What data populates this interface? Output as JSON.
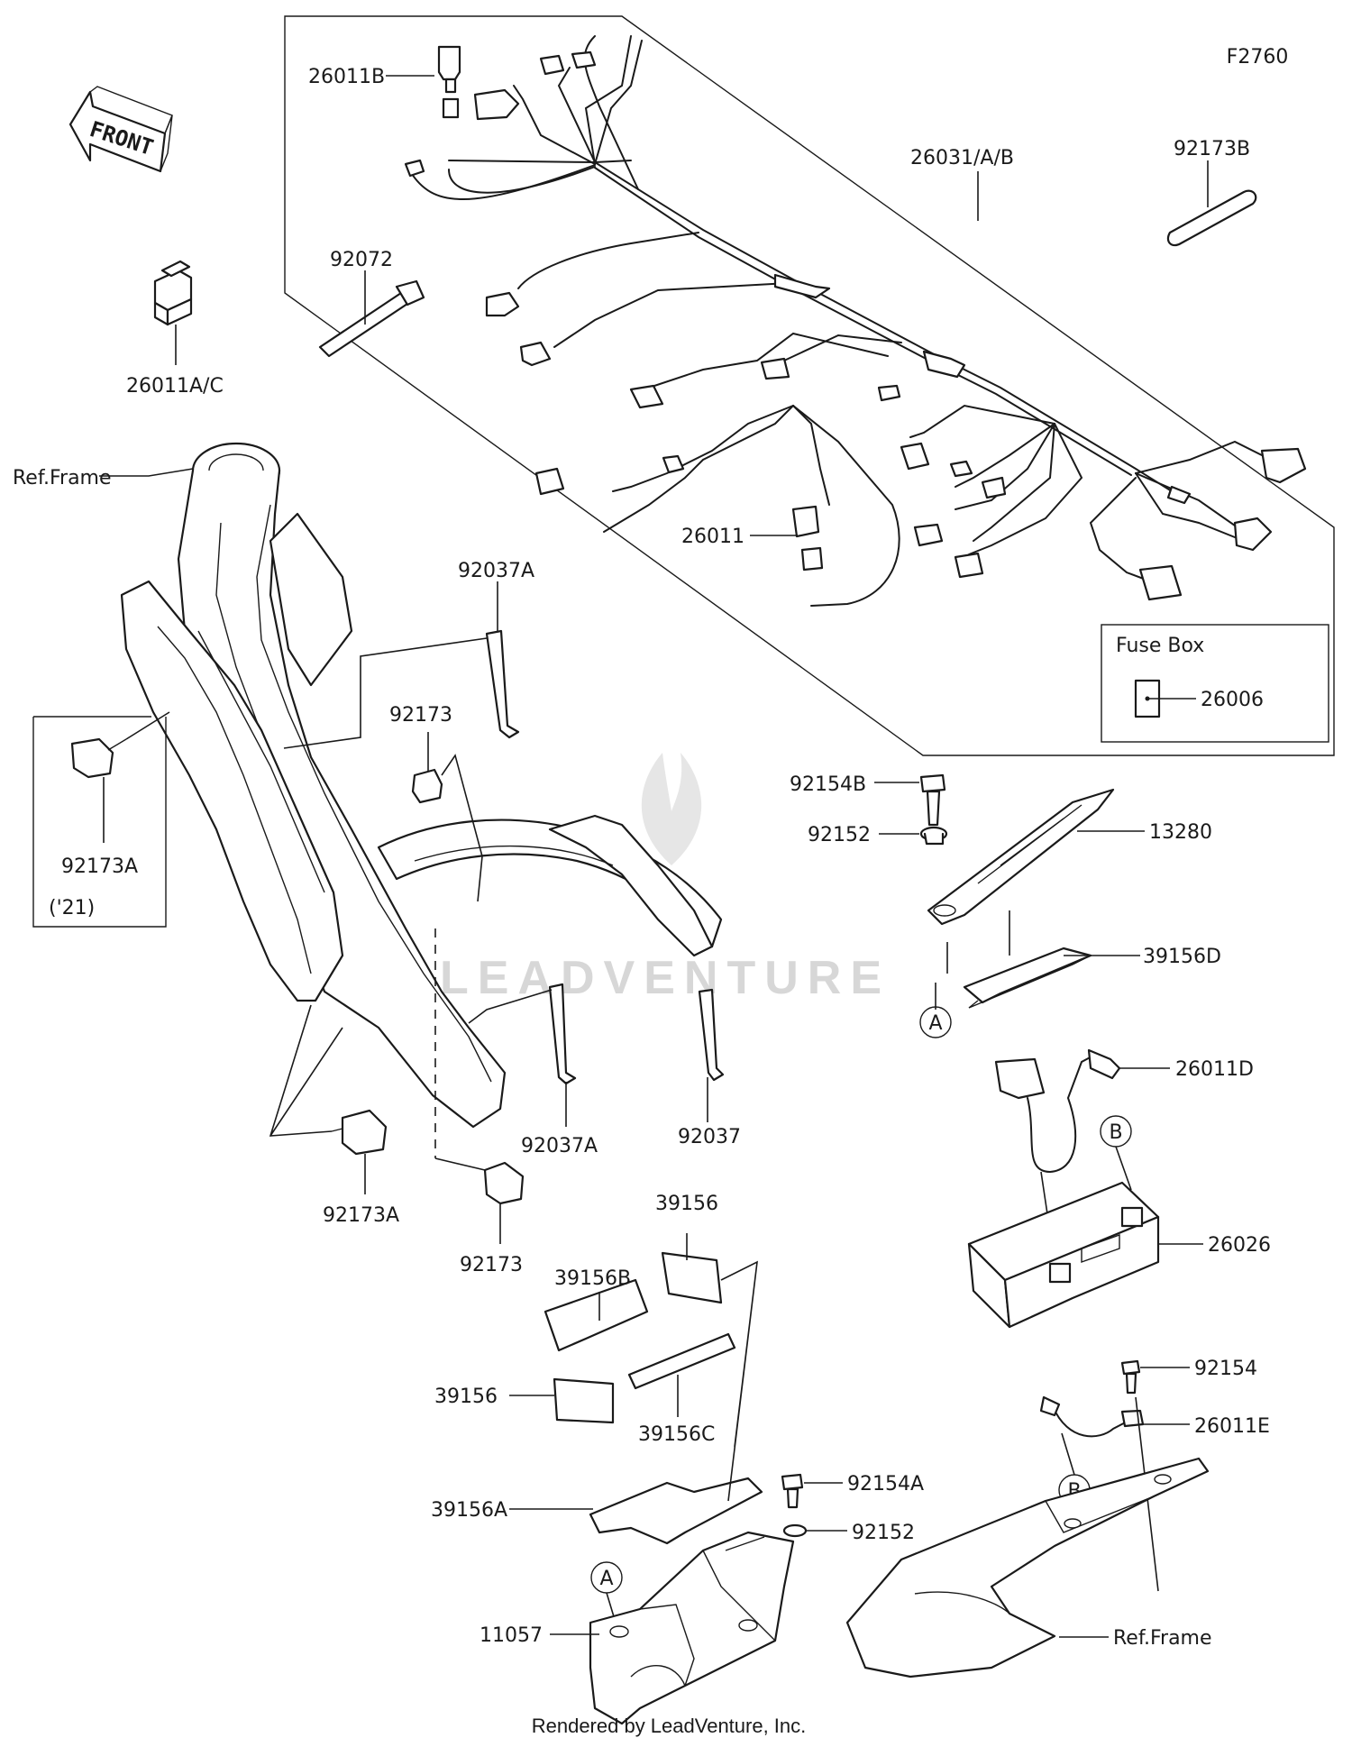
{
  "diagram_code": "F2760",
  "front_label": "FRONT",
  "watermark": "LEADVENTURE",
  "footer": "Rendered by LeadVenture, Inc.",
  "fuse_box": {
    "title": "Fuse Box",
    "part": "26006"
  },
  "parts": {
    "p26011B": "26011B",
    "p26031": "26031/A/B",
    "p92173B": "92173B",
    "p92072": "92072",
    "p26011AC": "26011A/C",
    "ref_frame_top": "Ref.Frame",
    "p92037A_top": "92037A",
    "p92173_top": "92173",
    "p92173A_left": "92173A",
    "note_21": "('21)",
    "p26011": "26011",
    "p92154B": "92154B",
    "p92152_top": "92152",
    "p13280": "13280",
    "p39156D": "39156D",
    "callout_A_top": "A",
    "p26011D": "26011D",
    "callout_B_top": "B",
    "p26026": "26026",
    "p92037A_bottom": "92037A",
    "p92037": "92037",
    "p92173A_bottom": "92173A",
    "p92173_bottom": "92173",
    "p39156_top": "39156",
    "p39156B": "39156B",
    "p39156_left": "39156",
    "p39156C": "39156C",
    "p92154": "92154",
    "p26011E": "26011E",
    "callout_B_bottom": "B",
    "p39156A": "39156A",
    "p92154A": "92154A",
    "p92152_bottom": "92152",
    "callout_A_bottom": "A",
    "p11057": "11057",
    "ref_frame_bottom": "Ref.Frame"
  }
}
